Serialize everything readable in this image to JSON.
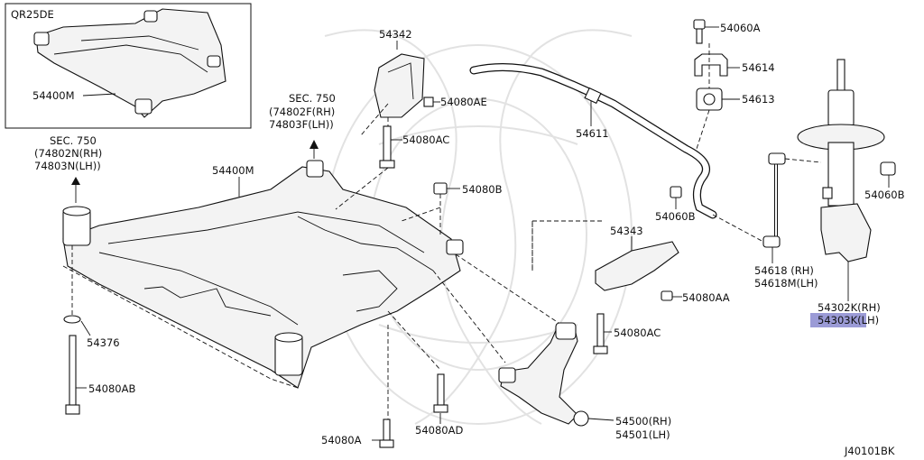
{
  "diagram": {
    "inset_engine": "QR25DE",
    "inset_part": "54400M",
    "sec_left": [
      "SEC. 750",
      "(74802N(RH)",
      " 74803N(LH))"
    ],
    "sec_center": [
      "SEC. 750",
      "(74802F(RH)",
      " 74803F(LH))"
    ],
    "labels": {
      "p54342": "54342",
      "p54080AE": "54080AE",
      "p54080AC_top": "54080AC",
      "p54400M": "54400M",
      "p54080B_mid": "54080B",
      "p54611": "54611",
      "p54060A": "54060A",
      "p54614": "54614",
      "p54613": "54613",
      "p54060B_right": "54060B",
      "p54060B_mid": "54060B",
      "p54343": "54343",
      "p54618_rh": "54618 (RH)",
      "p54618_lh": "54618M(LH)",
      "p54080AA": "54080AA",
      "p54302": "54302K(RH)",
      "p54303": "54303K(LH)",
      "p54376": "54376",
      "p54080AC_bot": "54080AC",
      "p54080AB": "54080AB",
      "p54500": "54500(RH)",
      "p54501": "54501(LH)",
      "p54080AD": "54080AD",
      "p54080A": "54080A"
    },
    "diagram_id": "J40101BK",
    "highlight_color": "#9b9bd6"
  }
}
